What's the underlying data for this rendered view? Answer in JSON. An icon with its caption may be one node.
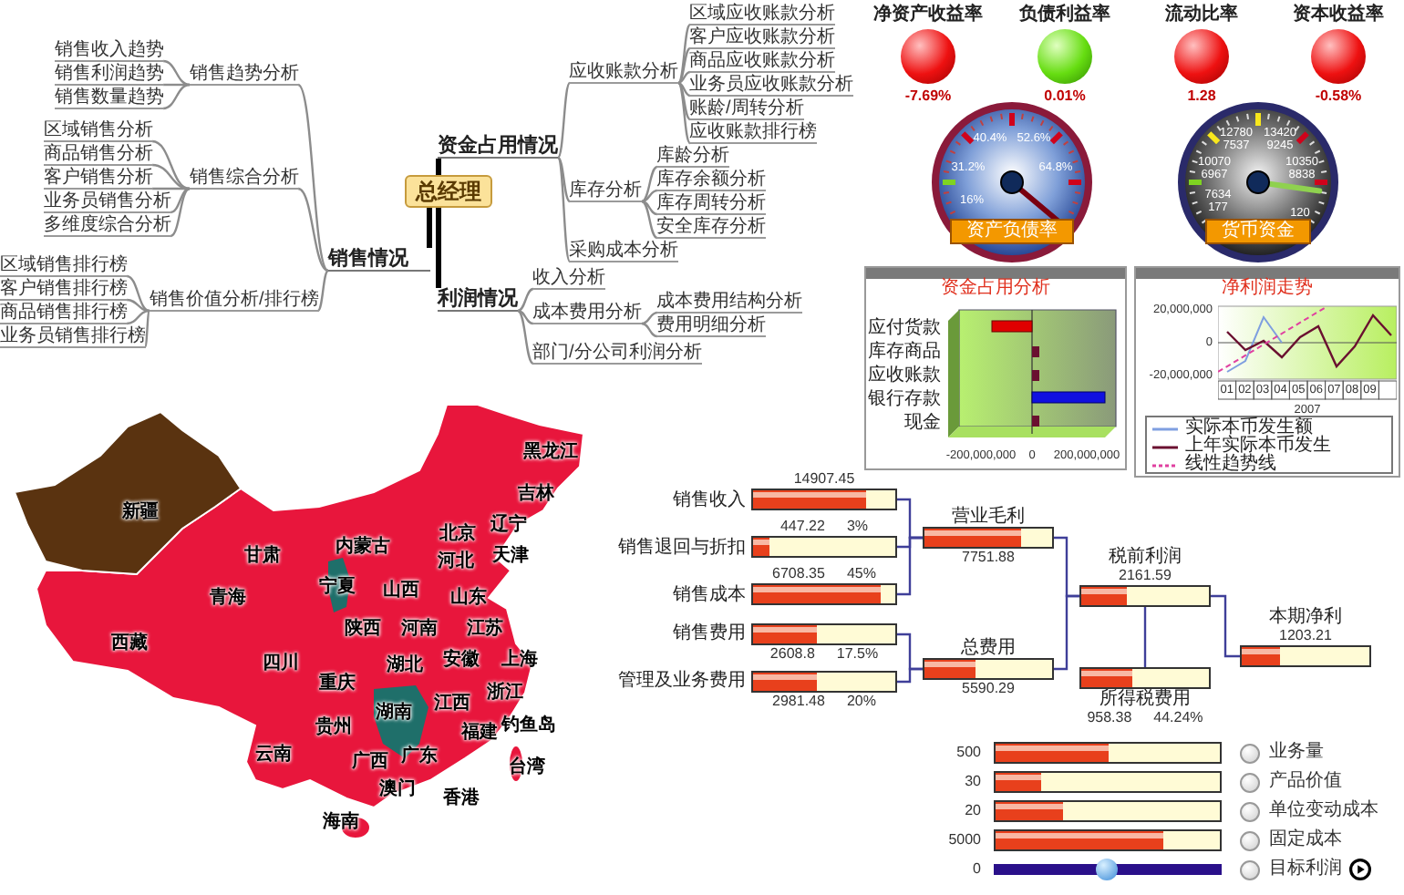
{
  "diagram": {
    "nodes": [
      {
        "text": [
          "总经理"
        ]
      },
      {
        "text": [
          "资金占用情况"
        ]
      },
      {
        "text": [
          "应收账款分析"
        ]
      },
      {
        "text": [
          "区域应收账款分析"
        ]
      },
      {
        "text": [
          "客户应收账款分析"
        ]
      },
      {
        "text": [
          "商品应收账款分析"
        ]
      },
      {
        "text": [
          "业务员应收账款分析"
        ]
      },
      {
        "text": [
          "账龄/周转分析"
        ]
      },
      {
        "text": [
          "应收账款排行榜"
        ]
      },
      {
        "text": [
          "库存分析"
        ]
      },
      {
        "text": [
          "库龄分析"
        ]
      },
      {
        "text": [
          "库存余额分析"
        ]
      },
      {
        "text": [
          "库存周转分析"
        ]
      },
      {
        "text": [
          "安全库存分析"
        ]
      },
      {
        "text": [
          "采购成本分析"
        ]
      },
      {
        "text": [
          "利润情况"
        ]
      },
      {
        "text": [
          "收入分析"
        ]
      },
      {
        "text": [
          "成本费用分析"
        ]
      },
      {
        "text": [
          "成本费用结构分析"
        ]
      },
      {
        "text": [
          "费用明细分析"
        ]
      },
      {
        "text": [
          "部门/分公司利润分析"
        ]
      },
      {
        "text": [
          "销售情况"
        ]
      },
      {
        "text": [
          "销售趋势分析"
        ]
      },
      {
        "text": [
          "销售收入趋势"
        ]
      },
      {
        "text": [
          "销售利润趋势"
        ]
      },
      {
        "text": [
          "销售数量趋势"
        ]
      },
      {
        "text": [
          "销售综合分析"
        ]
      },
      {
        "text": [
          "区域销售分析"
        ]
      },
      {
        "text": [
          "商品销售分析"
        ]
      },
      {
        "text": [
          "客户销售分析"
        ]
      },
      {
        "text": [
          "业务员销售分析"
        ]
      },
      {
        "text": [
          "多维度综合分析"
        ]
      },
      {
        "text": [
          "销售价值分析/排行榜"
        ]
      },
      {
        "text": [
          "区域销售排行榜"
        ]
      },
      {
        "text": [
          "客户销售排行榜"
        ]
      },
      {
        "text": [
          "商品销售排行榜"
        ]
      },
      {
        "text": [
          "业务员销售排行榜"
        ]
      },
      {
        "text": [
          "销售收入",
          "14907.45"
        ]
      },
      {
        "text": [
          "销售退回与折扣",
          "447.22",
          "3%"
        ]
      },
      {
        "text": [
          "销售成本",
          "6708.35",
          "45%"
        ]
      },
      {
        "text": [
          "营业毛利",
          "7751.88"
        ]
      },
      {
        "text": [
          "销售费用",
          "2608.8",
          "17.5%"
        ]
      },
      {
        "text": [
          "管理及业务费用",
          "2981.48",
          "20%"
        ]
      },
      {
        "text": [
          "总费用",
          "5590.29"
        ]
      },
      {
        "text": [
          "税前利润",
          "2161.59"
        ]
      },
      {
        "text": [
          "本期净利",
          "1203.21"
        ]
      },
      {
        "text": [
          "所得税费用",
          "958.38",
          "44.24%"
        ]
      }
    ],
    "edges": [
      {
        "from": 0,
        "to": 1,
        "arrow": "none",
        "style": "thick",
        "color": "#000000"
      },
      {
        "from": 0,
        "to": 15,
        "arrow": "none",
        "style": "thick",
        "color": "#000000"
      },
      {
        "from": 0,
        "to": 21,
        "arrow": "none",
        "style": "thick",
        "color": "#000000"
      },
      {
        "from": 1,
        "to": 2,
        "arrow": "none"
      },
      {
        "from": 1,
        "to": 9,
        "arrow": "none"
      },
      {
        "from": 1,
        "to": 14,
        "arrow": "none"
      },
      {
        "from": 2,
        "to": 3,
        "arrow": "none"
      },
      {
        "from": 2,
        "to": 4,
        "arrow": "none"
      },
      {
        "from": 2,
        "to": 5,
        "arrow": "none"
      },
      {
        "from": 2,
        "to": 6,
        "arrow": "none"
      },
      {
        "from": 2,
        "to": 7,
        "arrow": "none"
      },
      {
        "from": 2,
        "to": 8,
        "arrow": "none"
      },
      {
        "from": 9,
        "to": 10,
        "arrow": "none"
      },
      {
        "from": 9,
        "to": 11,
        "arrow": "none"
      },
      {
        "from": 9,
        "to": 12,
        "arrow": "none"
      },
      {
        "from": 9,
        "to": 13,
        "arrow": "none"
      },
      {
        "from": 15,
        "to": 16,
        "arrow": "none"
      },
      {
        "from": 15,
        "to": 17,
        "arrow": "none"
      },
      {
        "from": 15,
        "to": 20,
        "arrow": "none"
      },
      {
        "from": 17,
        "to": 18,
        "arrow": "none"
      },
      {
        "from": 17,
        "to": 19,
        "arrow": "none"
      },
      {
        "from": 21,
        "to": 22,
        "arrow": "none"
      },
      {
        "from": 21,
        "to": 26,
        "arrow": "none"
      },
      {
        "from": 21,
        "to": 32,
        "arrow": "none"
      },
      {
        "from": 22,
        "to": 23,
        "arrow": "none"
      },
      {
        "from": 22,
        "to": 24,
        "arrow": "none"
      },
      {
        "from": 22,
        "to": 25,
        "arrow": "none"
      },
      {
        "from": 26,
        "to": 27,
        "arrow": "none"
      },
      {
        "from": 26,
        "to": 28,
        "arrow": "none"
      },
      {
        "from": 26,
        "to": 29,
        "arrow": "none"
      },
      {
        "from": 26,
        "to": 30,
        "arrow": "none"
      },
      {
        "from": 26,
        "to": 31,
        "arrow": "none"
      },
      {
        "from": 32,
        "to": 33,
        "arrow": "none"
      },
      {
        "from": 32,
        "to": 34,
        "arrow": "none"
      },
      {
        "from": 32,
        "to": 35,
        "arrow": "none"
      },
      {
        "from": 32,
        "to": 36,
        "arrow": "none"
      },
      {
        "from": 37,
        "to": 40,
        "arrow": "none",
        "color": "#3f3f99"
      },
      {
        "from": 38,
        "to": 40,
        "arrow": "none",
        "color": "#3f3f99"
      },
      {
        "from": 39,
        "to": 40,
        "arrow": "none",
        "color": "#3f3f99"
      },
      {
        "from": 41,
        "to": 43,
        "arrow": "none",
        "color": "#3f3f99"
      },
      {
        "from": 42,
        "to": 43,
        "arrow": "none",
        "color": "#3f3f99"
      },
      {
        "from": 40,
        "to": 44,
        "arrow": "none",
        "color": "#3f3f99"
      },
      {
        "from": 43,
        "to": 44,
        "arrow": "none",
        "color": "#3f3f99"
      },
      {
        "from": 44,
        "to": 45,
        "arrow": "none",
        "color": "#3f3f99"
      },
      {
        "from": 44,
        "to": 46,
        "arrow": "none",
        "color": "#3f3f99"
      }
    ],
    "labels": [
      "净资产收益率",
      "负债利益率",
      "流动比率",
      "资本收益率",
      "-7.69%",
      "0.01%",
      "1.28",
      "-0.58%",
      "40.4%",
      "52.6%",
      "31.2%",
      "64.8%",
      "16%",
      "资产负债率",
      "12780",
      "7537",
      "13420",
      "9245",
      "10070",
      "6967",
      "10350",
      "8838",
      "7634",
      "177",
      "120",
      "货币资金",
      "资金占用分析",
      "应付货款",
      "库存商品",
      "应收账款",
      "银行存款",
      "现金",
      "-200,000,000",
      "0",
      "200,000,000",
      "净利润走势",
      "20,000,000",
      "0",
      "-20,000,000",
      "01",
      "02",
      "03",
      "04",
      "05",
      "06",
      "07",
      "08",
      "09",
      "2007",
      "黑龙江",
      "吉林",
      "新疆",
      "北京",
      "辽宁",
      "甘肃",
      "内蒙古",
      "河北",
      "天津",
      "青海",
      "宁夏",
      "山西",
      "山东",
      "西藏",
      "陕西",
      "河南",
      "江苏",
      "四川",
      "湖北",
      "安徽",
      "上海",
      "重庆",
      "浙江",
      "湖南",
      "江西",
      "贵州",
      "福建",
      "钓鱼岛",
      "云南",
      "广西",
      "广东",
      "台湾",
      "澳门",
      "香港",
      "海南",
      "500",
      "30",
      "20",
      "5000",
      "0",
      "业务量",
      "产品价值",
      "单位变动成本",
      "固定成本",
      "目标利润"
    ],
    "legend": [
      {
        "text": "实际本币发生额"
      },
      {
        "text": "上年实际本币发生"
      },
      {
        "text": "线性趋势线"
      }
    ]
  }
}
